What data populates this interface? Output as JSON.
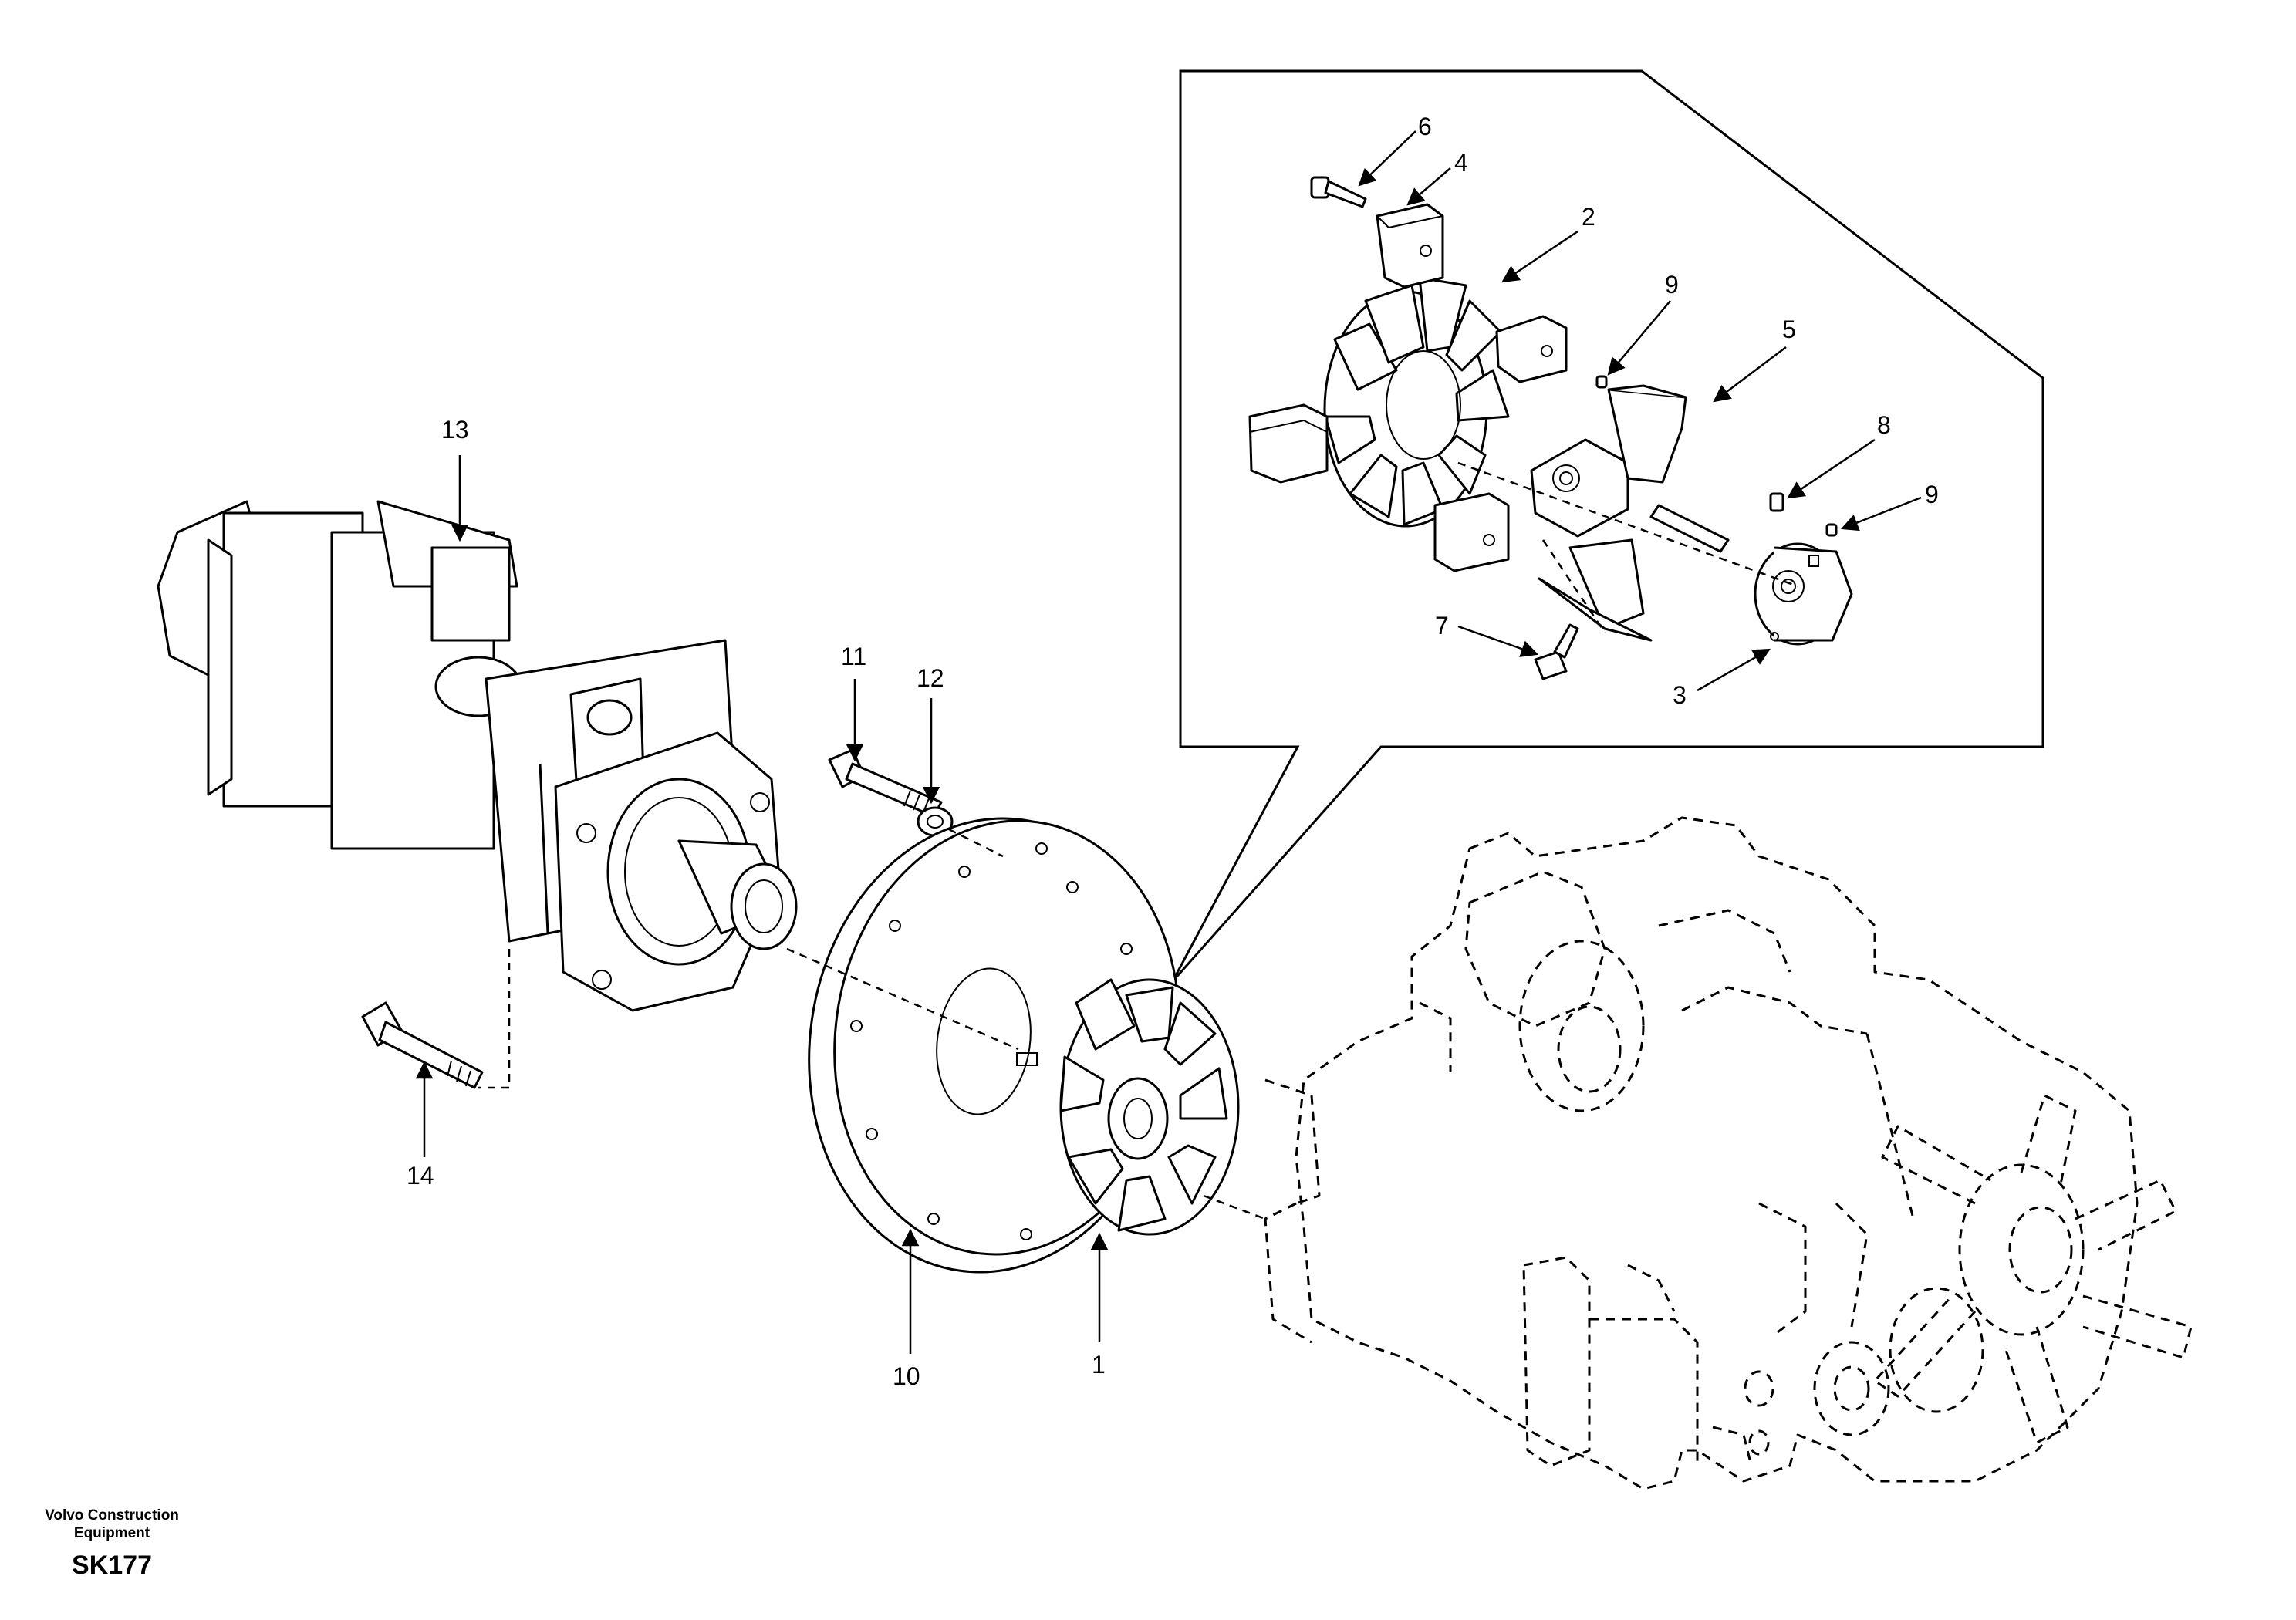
{
  "brand": {
    "line1": "Volvo Construction",
    "line2": "Equipment",
    "code": "SK177"
  },
  "callouts": {
    "c1": "1",
    "c2": "2",
    "c3": "3",
    "c4": "4",
    "c5": "5",
    "c6": "6",
    "c7": "7",
    "c8": "8",
    "c9a": "9",
    "c9b": "9",
    "c10": "10",
    "c11": "11",
    "c12": "12",
    "c13": "13",
    "c14": "14"
  }
}
